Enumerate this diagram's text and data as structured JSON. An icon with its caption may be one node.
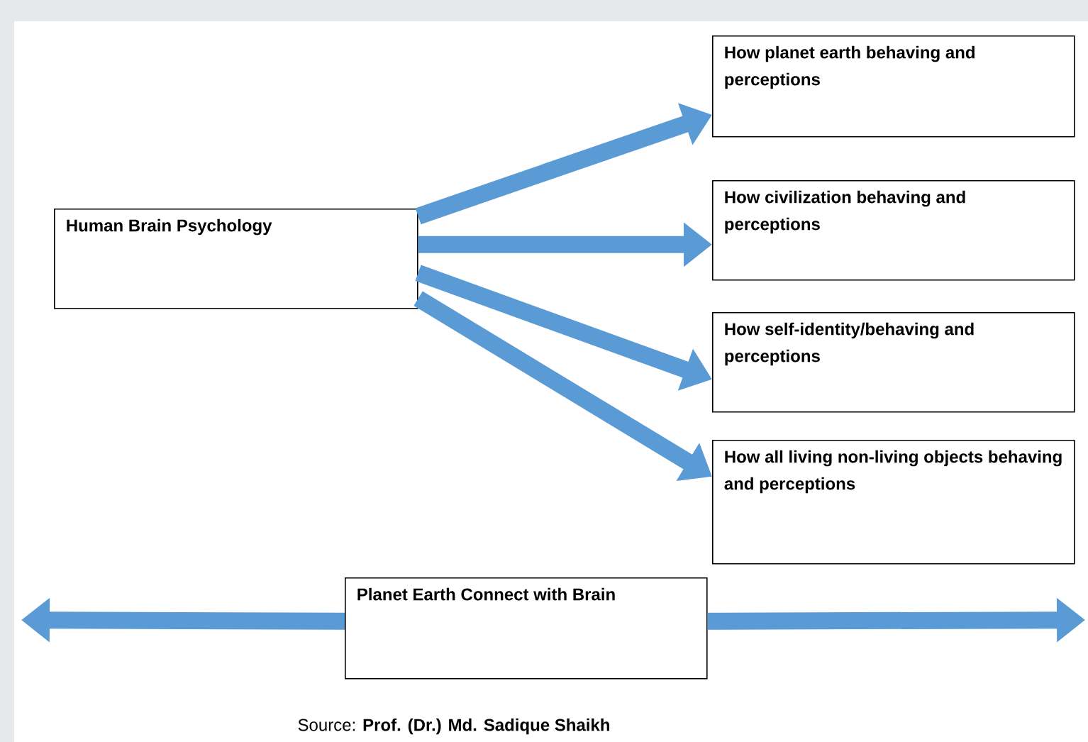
{
  "diagram": {
    "caption": "Source: **Prof. (Dr.) Md. Sadique Shaikh**",
    "nodes": [
      {
        "text": [
          "Human Brain Psychology"
        ]
      },
      {
        "text": [
          "How planet earth behaving and perceptions"
        ]
      },
      {
        "text": [
          "How civilization behaving and perceptions"
        ]
      },
      {
        "text": [
          "How self-identity/behaving and perceptions"
        ]
      },
      {
        "text": [
          "How all living non-living objects behaving and perceptions"
        ]
      },
      {
        "text": [
          "Planet Earth Connect with Brain"
        ]
      }
    ],
    "edges": [
      {
        "from": 0,
        "to": 1,
        "arrow": "to"
      },
      {
        "from": 0,
        "to": 2,
        "arrow": "to"
      },
      {
        "from": 0,
        "to": 3,
        "arrow": "to"
      },
      {
        "from": 0,
        "to": 4,
        "arrow": "to"
      },
      {
        "from": 5,
        "to": null,
        "arrow": "to"
      },
      {
        "from": 5,
        "to": null,
        "arrow": "to"
      }
    ]
  }
}
